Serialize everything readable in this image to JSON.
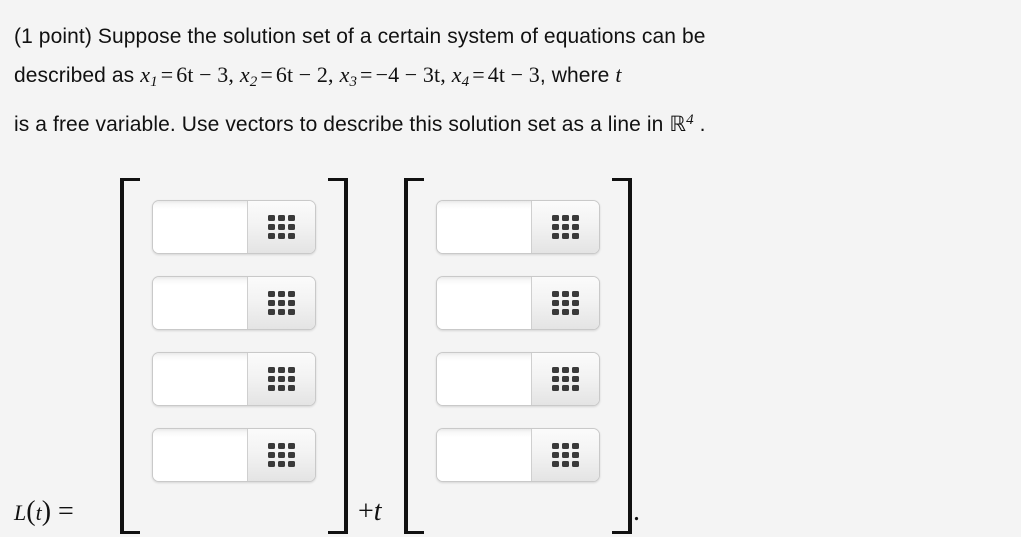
{
  "problem": {
    "points_label": "(1 point)",
    "line1": "Suppose the solution set of a certain system of equations can be",
    "line2_lead": "described as",
    "equations": [
      {
        "var": "x",
        "sub": "1",
        "rhs": "6t − 3"
      },
      {
        "var": "x",
        "sub": "2",
        "rhs": "6t − 2"
      },
      {
        "var": "x",
        "sub": "3",
        "rhs": "−4 − 3t"
      },
      {
        "var": "x",
        "sub": "4",
        "rhs": "4t − 3"
      }
    ],
    "line2_tail": ", where",
    "free_var": "t",
    "line3": "is a free variable. Use vectors to describe this solution set as a line in",
    "space_symbol": "ℝ",
    "space_exponent": "4",
    "terminal_period": "."
  },
  "answer": {
    "lhs_function": "L",
    "lhs_open": "(",
    "lhs_arg": "t",
    "lhs_close": ")",
    "lhs_equals": "=",
    "operator_plus": "+",
    "operator_scalar": "t",
    "trailing_period": ".",
    "vectors": [
      {
        "name": "constant-vector",
        "cells": [
          {
            "value": "",
            "placeholder": ""
          },
          {
            "value": "",
            "placeholder": ""
          },
          {
            "value": "",
            "placeholder": ""
          },
          {
            "value": "",
            "placeholder": ""
          }
        ]
      },
      {
        "name": "direction-vector",
        "cells": [
          {
            "value": "",
            "placeholder": ""
          },
          {
            "value": "",
            "placeholder": ""
          },
          {
            "value": "",
            "placeholder": ""
          },
          {
            "value": "",
            "placeholder": ""
          }
        ]
      }
    ],
    "keypad_icon": "grid-3x3-icon"
  },
  "colors": {
    "background": "#f4f4f4",
    "text": "#111111",
    "bracket": "#111111",
    "input_border": "#c9c9c9",
    "icon_dot": "#3a3a3a"
  }
}
